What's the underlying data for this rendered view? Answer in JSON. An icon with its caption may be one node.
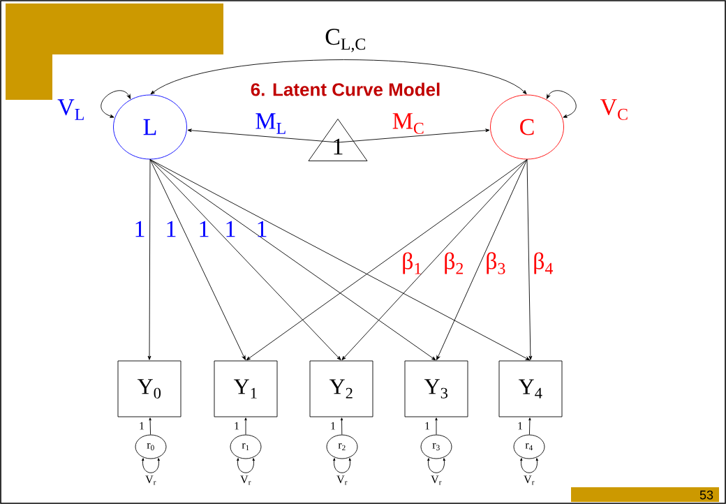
{
  "diagram": {
    "title": "6. Latent Curve Model",
    "nodes": [
      {
        "text": [
          "L"
        ]
      },
      {
        "text": [
          "C"
        ]
      },
      {
        "text": [
          "1"
        ]
      },
      {
        "text": [
          "Y$_{0}$"
        ]
      },
      {
        "text": [
          "Y$_{1}$"
        ]
      },
      {
        "text": [
          "Y$_{2}$"
        ]
      },
      {
        "text": [
          "Y$_{3}$"
        ]
      },
      {
        "text": [
          "Y$_{4}$"
        ]
      },
      {
        "text": [
          "r$_{0}$"
        ]
      },
      {
        "text": [
          "r$_{1}$"
        ]
      },
      {
        "text": [
          "r$_{2}$"
        ]
      },
      {
        "text": [
          "r$_{3}$"
        ]
      },
      {
        "text": [
          "r$_{4}$"
        ]
      }
    ],
    "edges": [
      {
        "from": 0,
        "to": 1,
        "arrow": "both",
        "label": "C$_{L,C}$"
      },
      {
        "from": 0,
        "to": 0,
        "arrow": "both",
        "label": "V$_{L}$"
      },
      {
        "from": 1,
        "to": 1,
        "arrow": "both",
        "label": "V$_{C}$"
      },
      {
        "from": 2,
        "to": 0,
        "arrow": "to",
        "label": "M$_{L}$"
      },
      {
        "from": 2,
        "to": 1,
        "arrow": "to",
        "label": "M$_{C}$"
      },
      {
        "from": 0,
        "to": 3,
        "arrow": "to",
        "label": "1"
      },
      {
        "from": 0,
        "to": 4,
        "arrow": "to",
        "label": "1"
      },
      {
        "from": 0,
        "to": 5,
        "arrow": "to",
        "label": "1"
      },
      {
        "from": 0,
        "to": 6,
        "arrow": "to",
        "label": "1"
      },
      {
        "from": 0,
        "to": 7,
        "arrow": "to",
        "label": "1"
      },
      {
        "from": 1,
        "to": 4,
        "arrow": "to",
        "label": "β$_{1}$"
      },
      {
        "from": 1,
        "to": 5,
        "arrow": "to",
        "label": "β$_{2}$"
      },
      {
        "from": 1,
        "to": 6,
        "arrow": "to",
        "label": "β$_{3}$"
      },
      {
        "from": 1,
        "to": 7,
        "arrow": "to",
        "label": "β$_{4}$"
      },
      {
        "from": 8,
        "to": 3,
        "arrow": "to",
        "label": "1"
      },
      {
        "from": 9,
        "to": 4,
        "arrow": "to",
        "label": "1"
      },
      {
        "from": 10,
        "to": 5,
        "arrow": "to",
        "label": "1"
      },
      {
        "from": 11,
        "to": 6,
        "arrow": "to",
        "label": "1"
      },
      {
        "from": 12,
        "to": 7,
        "arrow": "to",
        "label": "1"
      },
      {
        "from": 8,
        "to": 8,
        "arrow": "both",
        "label": "V$_{r}$"
      },
      {
        "from": 9,
        "to": 9,
        "arrow": "both",
        "label": "V$_{r}$"
      },
      {
        "from": 10,
        "to": 10,
        "arrow": "both",
        "label": "V$_{r}$"
      },
      {
        "from": 11,
        "to": 11,
        "arrow": "both",
        "label": "V$_{r}$"
      },
      {
        "from": 12,
        "to": 12,
        "arrow": "both",
        "label": "V$_{r}$"
      }
    ],
    "labels": [
      "53"
    ]
  }
}
